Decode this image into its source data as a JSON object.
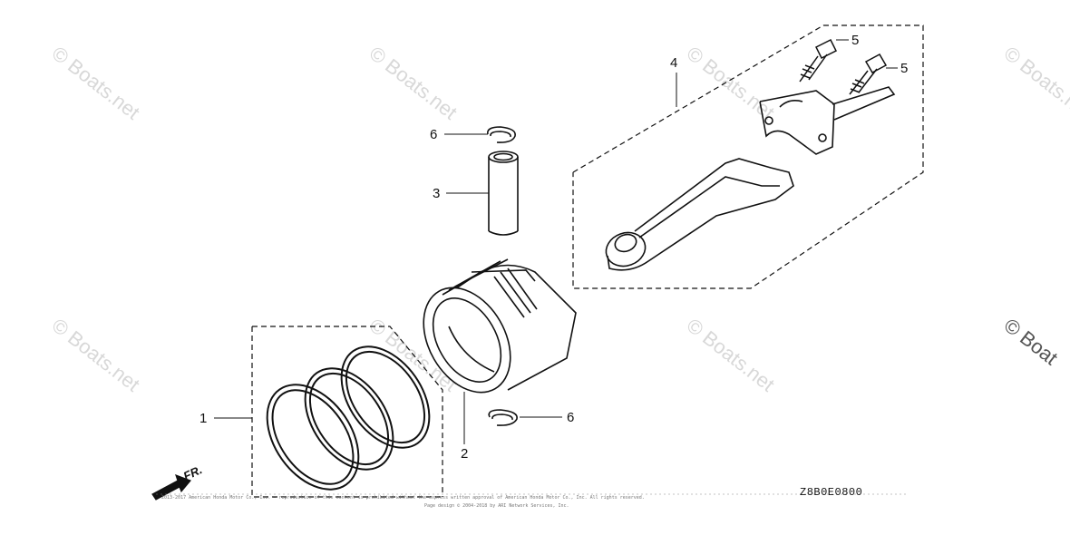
{
  "watermark": {
    "text": "© Boats.net",
    "partial_text": "© Boat"
  },
  "callouts": [
    "1",
    "2",
    "3",
    "4",
    "5",
    "5",
    "6",
    "6"
  ],
  "diagram_code": "Z8B0E0800",
  "direction_label": "FR.",
  "footer": {
    "line1": "2013-2017 American Honda Motor Co., Inc. — reproduction of this content is prohibited without the express written approval of American Honda Motor Co., Inc. All rights reserved.",
    "line2": "Page design © 2004-2018 by ARI Network Services, Inc."
  }
}
